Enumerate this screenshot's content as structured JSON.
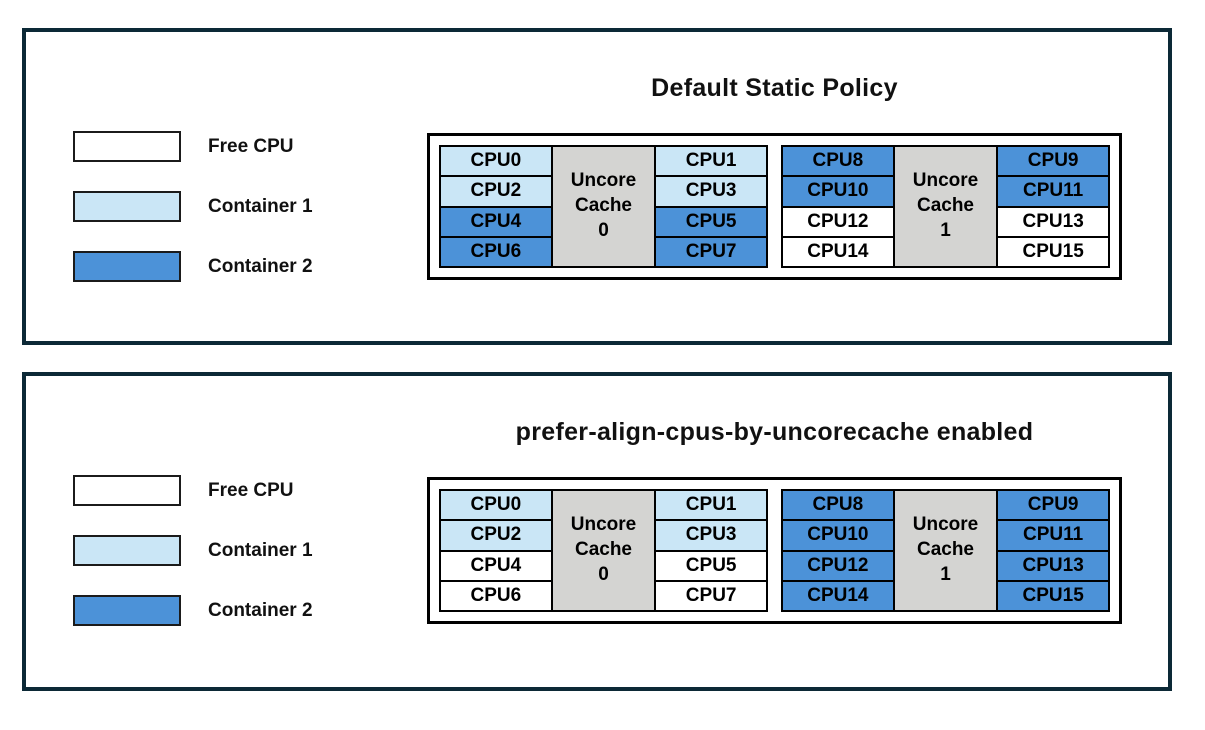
{
  "colors": {
    "free": "#ffffff",
    "container1": "#cae6f6",
    "container2": "#4c92d8",
    "cache": "#d4d4d2",
    "panel_border": "#0c2936",
    "diagram_border": "#000000"
  },
  "legend": [
    {
      "key": "free",
      "label": "Free CPU"
    },
    {
      "key": "container1",
      "label": "Container 1"
    },
    {
      "key": "container2",
      "label": "Container 2"
    }
  ],
  "panels": [
    {
      "title": "Default Static Policy",
      "sockets": [
        {
          "cache_lines": [
            "Uncore",
            "Cache",
            "0"
          ],
          "left": [
            {
              "label": "CPU0",
              "state": "container1"
            },
            {
              "label": "CPU2",
              "state": "container1"
            },
            {
              "label": "CPU4",
              "state": "container2"
            },
            {
              "label": "CPU6",
              "state": "container2"
            }
          ],
          "right": [
            {
              "label": "CPU1",
              "state": "container1"
            },
            {
              "label": "CPU3",
              "state": "container1"
            },
            {
              "label": "CPU5",
              "state": "container2"
            },
            {
              "label": "CPU7",
              "state": "container2"
            }
          ]
        },
        {
          "cache_lines": [
            "Uncore",
            "Cache",
            "1"
          ],
          "left": [
            {
              "label": "CPU8",
              "state": "container2"
            },
            {
              "label": "CPU10",
              "state": "container2"
            },
            {
              "label": "CPU12",
              "state": "free"
            },
            {
              "label": "CPU14",
              "state": "free"
            }
          ],
          "right": [
            {
              "label": "CPU9",
              "state": "container2"
            },
            {
              "label": "CPU11",
              "state": "container2"
            },
            {
              "label": "CPU13",
              "state": "free"
            },
            {
              "label": "CPU15",
              "state": "free"
            }
          ]
        }
      ]
    },
    {
      "title": "prefer-align-cpus-by-uncorecache enabled",
      "sockets": [
        {
          "cache_lines": [
            "Uncore",
            "Cache",
            "0"
          ],
          "left": [
            {
              "label": "CPU0",
              "state": "container1"
            },
            {
              "label": "CPU2",
              "state": "container1"
            },
            {
              "label": "CPU4",
              "state": "free"
            },
            {
              "label": "CPU6",
              "state": "free"
            }
          ],
          "right": [
            {
              "label": "CPU1",
              "state": "container1"
            },
            {
              "label": "CPU3",
              "state": "container1"
            },
            {
              "label": "CPU5",
              "state": "free"
            },
            {
              "label": "CPU7",
              "state": "free"
            }
          ]
        },
        {
          "cache_lines": [
            "Uncore",
            "Cache",
            "1"
          ],
          "left": [
            {
              "label": "CPU8",
              "state": "container2"
            },
            {
              "label": "CPU10",
              "state": "container2"
            },
            {
              "label": "CPU12",
              "state": "container2"
            },
            {
              "label": "CPU14",
              "state": "container2"
            }
          ],
          "right": [
            {
              "label": "CPU9",
              "state": "container2"
            },
            {
              "label": "CPU11",
              "state": "container2"
            },
            {
              "label": "CPU13",
              "state": "container2"
            },
            {
              "label": "CPU15",
              "state": "container2"
            }
          ]
        }
      ]
    }
  ]
}
